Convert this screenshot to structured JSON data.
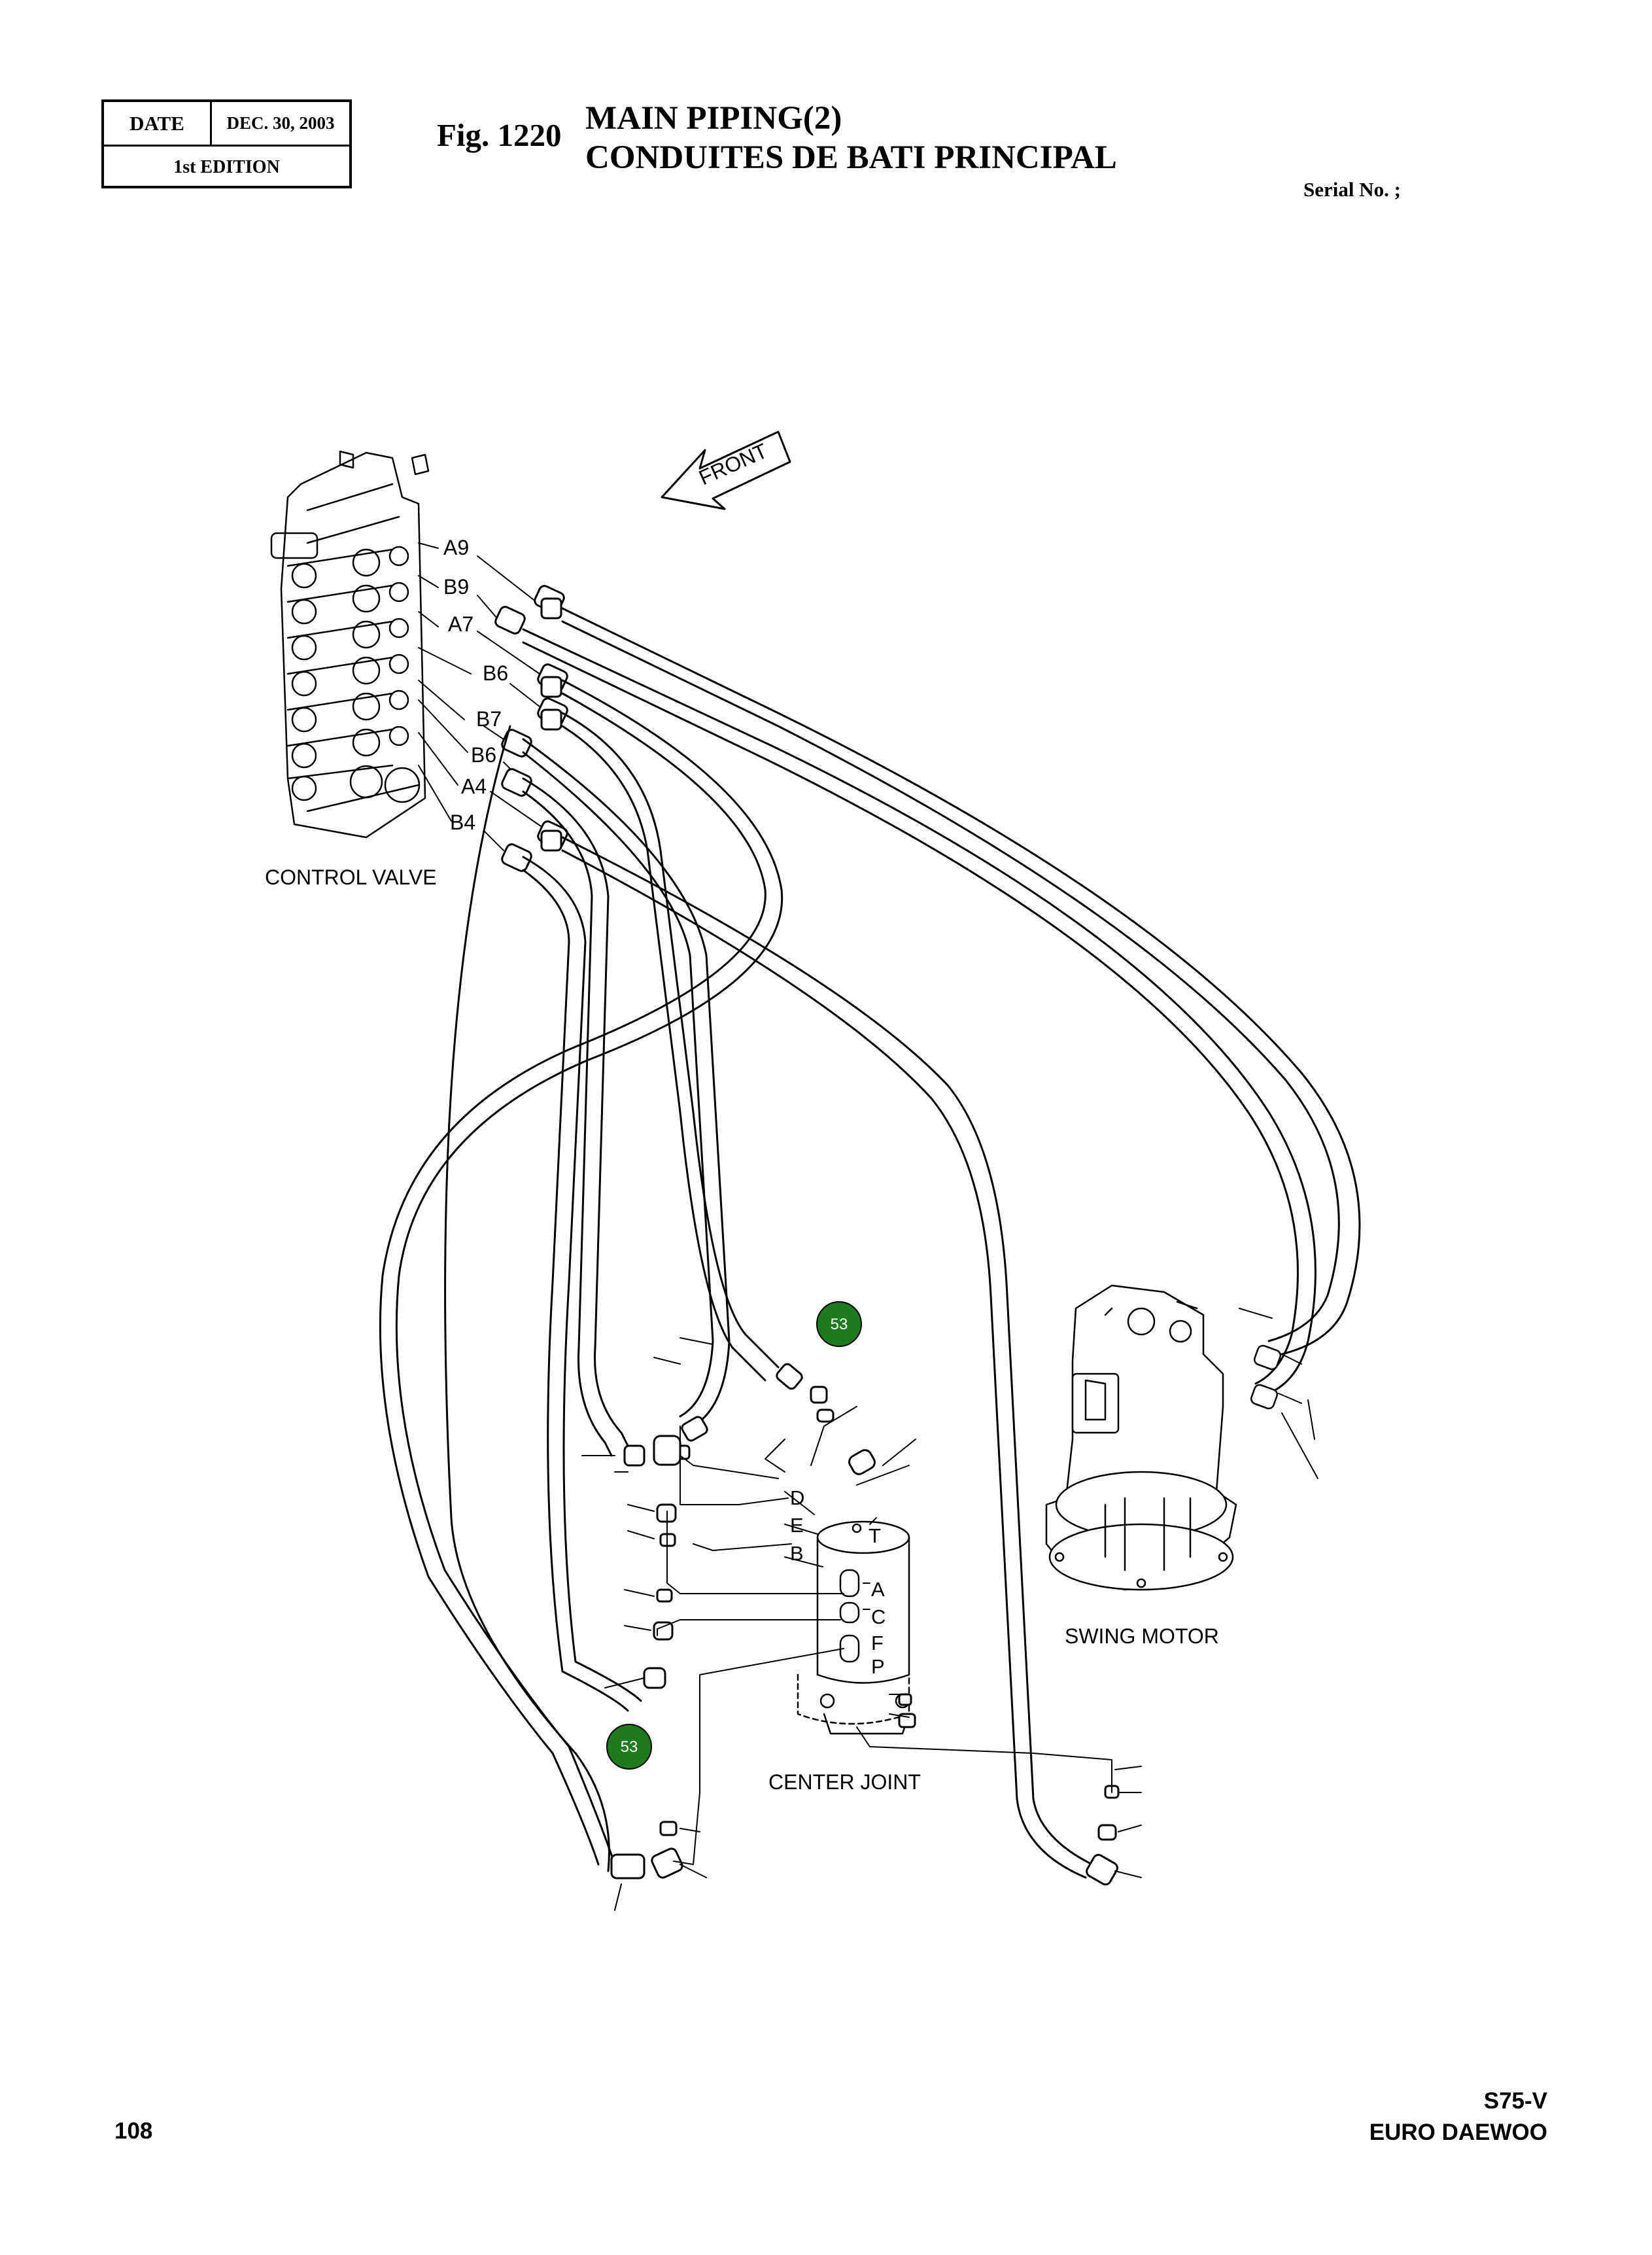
{
  "header": {
    "date_label": "DATE",
    "date_value": "DEC. 30, 2003",
    "edition": "1st EDITION",
    "fig_label": "Fig. 1220",
    "title_en": "MAIN PIPING(2)",
    "title_fr": "CONDUITES DE BATI PRINCIPAL",
    "serial": "Serial No. ;"
  },
  "diagram": {
    "front_arrow": "FRONT",
    "control_valve_label": "CONTROL VALVE",
    "swing_motor_label": "SWING MOTOR",
    "center_joint_label": "CENTER JOINT",
    "port_labels": [
      "A9",
      "B9",
      "A7",
      "B6",
      "B7",
      "B6",
      "A4",
      "B4"
    ],
    "center_joint_ports_left": [
      "D",
      "E",
      "B"
    ],
    "center_joint_ports_right": [
      "T",
      "A",
      "C",
      "F",
      "P"
    ],
    "callouts": [
      {
        "number": "53",
        "color": "#1e7a1e"
      },
      {
        "number": "53",
        "color": "#1e7a1e"
      }
    ]
  },
  "footer": {
    "page_number": "108",
    "model": "S75-V",
    "brand": "EURO DAEWOO"
  }
}
